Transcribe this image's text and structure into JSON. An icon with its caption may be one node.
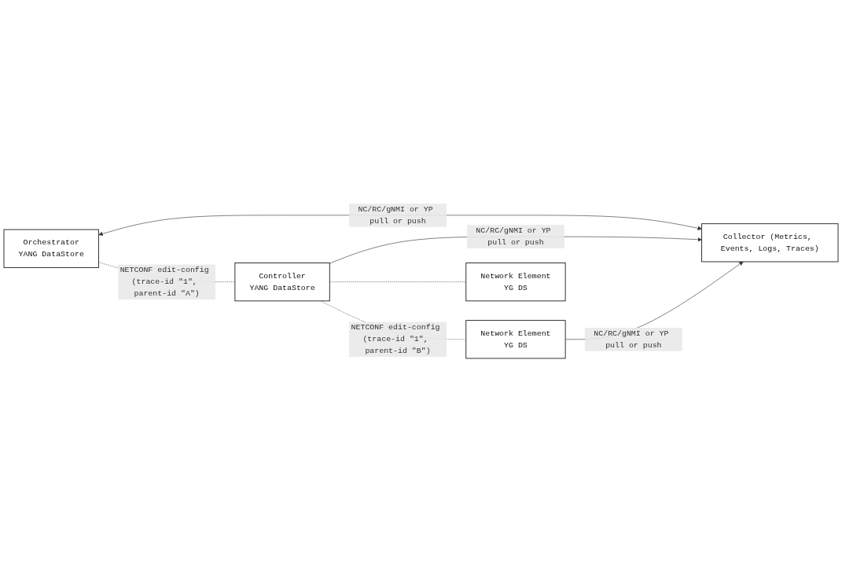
{
  "diagram": {
    "nodes": [
      {
        "text": [
          "Orchestrator",
          "YANG DataStore"
        ]
      },
      {
        "text": [
          "Collector (Metrics, Events, Logs, Traces)"
        ]
      },
      {
        "text": [
          "Controller",
          "YANG DataStore"
        ]
      },
      {
        "text": [
          "Network Element",
          "YG DS"
        ]
      },
      {
        "text": [
          "Network Element",
          "YG DS"
        ]
      }
    ],
    "edges": [
      {
        "from": 0,
        "to": 1,
        "arrow": "both",
        "label": "NC/RC/gNMI or YP pull or push"
      },
      {
        "from": 0,
        "to": 2,
        "arrow": "none",
        "style": "dashed",
        "label": "NETCONF edit-config (trace-id \"1\", parent-id \"A\")"
      },
      {
        "from": 2,
        "to": 1,
        "arrow": "to",
        "label": "NC/RC/gNMI or YP pull or push"
      },
      {
        "from": 2,
        "to": 3,
        "arrow": "none",
        "style": "dashed"
      },
      {
        "from": 2,
        "to": 4,
        "arrow": "none",
        "style": "dashed",
        "label": "NETCONF edit-config (trace-id \"1\", parent-id \"B\")"
      },
      {
        "from": 4,
        "to": 1,
        "arrow": "to",
        "label": "NC/RC/gNMI or YP pull or push"
      }
    ]
  }
}
